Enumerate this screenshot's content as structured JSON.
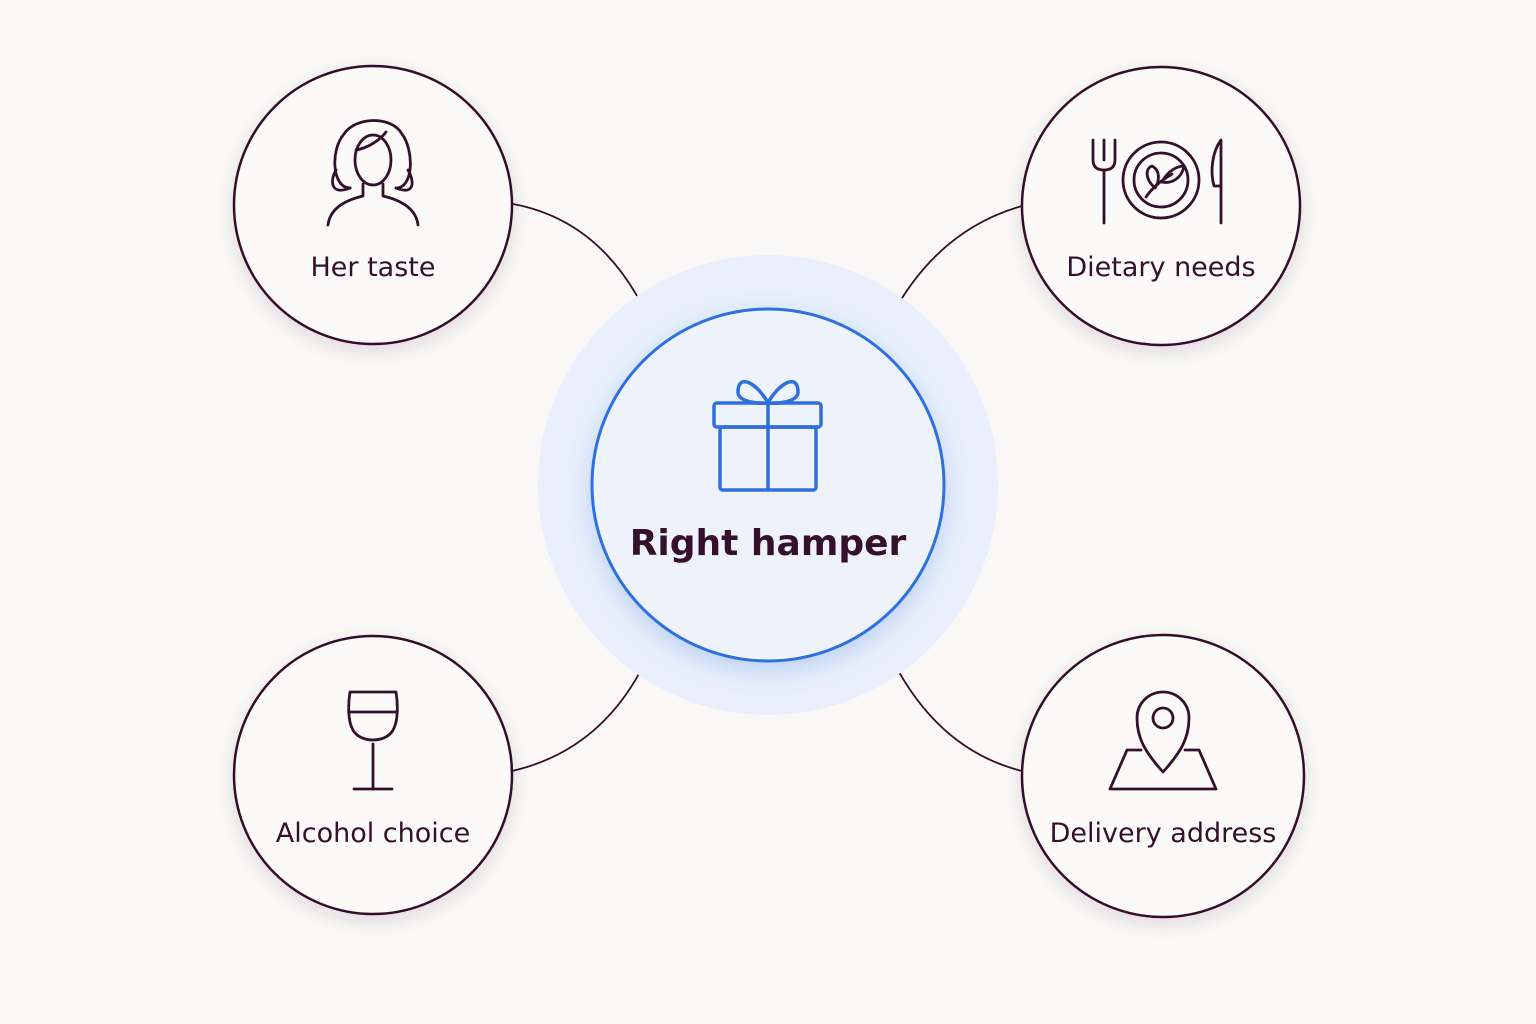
{
  "center": {
    "label": "Right hamper",
    "icon": "gift-icon",
    "accent": "#2f6fdd"
  },
  "nodes": [
    {
      "id": "her-taste",
      "label": "Her taste",
      "icon": "woman-icon"
    },
    {
      "id": "dietary-needs",
      "label": "Dietary needs",
      "icon": "plate-leaf-icon"
    },
    {
      "id": "alcohol-choice",
      "label": "Alcohol choice",
      "icon": "wine-glass-icon"
    },
    {
      "id": "delivery-address",
      "label": "Delivery address",
      "icon": "map-pin-icon"
    }
  ],
  "colors": {
    "background": "#f9f8f6",
    "outline": "#34102b",
    "center_fill": "#eef3fb",
    "halo": "#e9f0fb"
  }
}
